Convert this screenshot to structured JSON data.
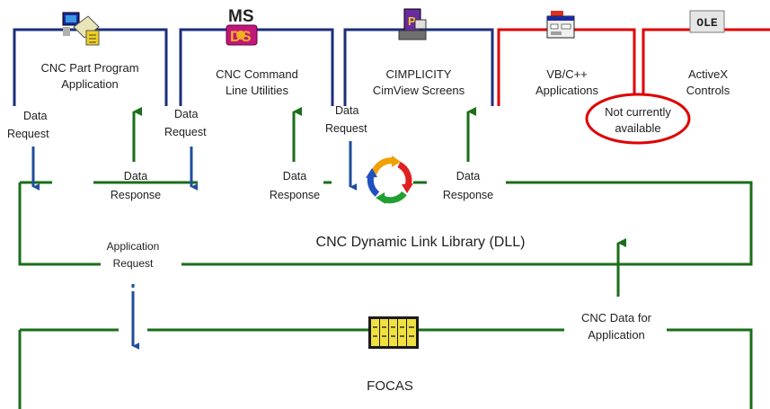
{
  "colors": {
    "navy": "#1b2f7a",
    "green": "#1a6e1a",
    "red": "#e00000",
    "arrow_blue": "#1f4e9a",
    "text": "#222222"
  },
  "apps": {
    "part_program": {
      "line1": "CNC Part Program",
      "line2": "Application",
      "icon": "cnc-program-icon"
    },
    "command_line": {
      "line1": "CNC Command",
      "line2": "Line Utilities",
      "icon": "ms-dos-icon"
    },
    "cimplicity": {
      "line1": "CIMPLICITY",
      "line2": "CimView Screens",
      "icon": "cimplicity-icon"
    },
    "vb": {
      "line1": "VB/C++",
      "line2": "Applications",
      "icon": "vb-window-icon"
    },
    "activex": {
      "line1": "ActiveX",
      "line2": "Controls",
      "icon": "ole-icon",
      "icon_text": "OLE"
    }
  },
  "not_available": {
    "line1": "Not currently",
    "line2": "available"
  },
  "flow_labels": {
    "req1": {
      "line1": "Data",
      "line2": "Request"
    },
    "resp1": {
      "line1": "Data",
      "line2": "Response"
    },
    "req2": {
      "line1": "Data",
      "line2": "Request"
    },
    "resp2": {
      "line1": "Data",
      "line2": "Response"
    },
    "req3": {
      "line1": "Data",
      "line2": "Request"
    },
    "resp3": {
      "line1": "Data",
      "line2": "Response"
    },
    "app_request": {
      "line1": "Application",
      "line2": "Request"
    },
    "cnc_data": {
      "line1": "CNC Data for",
      "line2": "Application"
    }
  },
  "dll": {
    "label": "CNC Dynamic Link Library (DLL)",
    "icon": "cycle-arrows-icon"
  },
  "focas": {
    "label": "FOCAS",
    "icon": "plc-rack-icon"
  }
}
